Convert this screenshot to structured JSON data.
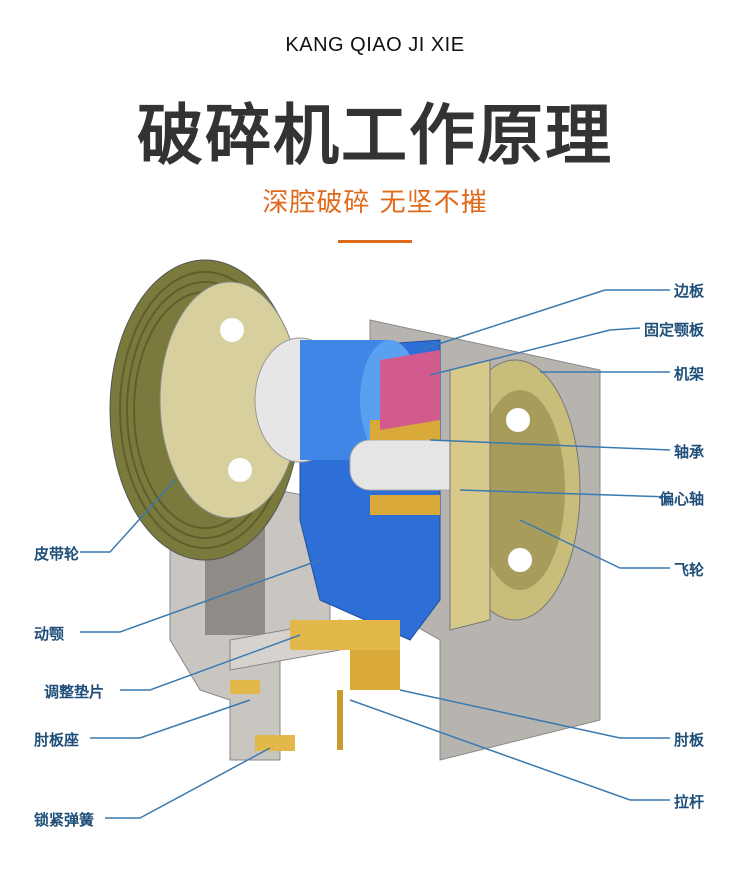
{
  "header": {
    "brand": "KANG QIAO JI XIE",
    "title": "破碎机工作原理",
    "subtitle": "深腔破碎 无坚不摧"
  },
  "labels_right": [
    "边板",
    "固定颚板",
    "机架",
    "轴承",
    "偏心轴",
    "飞轮",
    "肘板",
    "拉杆"
  ],
  "labels_left": [
    "皮带轮",
    "动颚",
    "调整垫片",
    "肘板座",
    "锁紧弹簧"
  ],
  "colors": {
    "accent": "#e06a1c",
    "label": "#1f4e79",
    "leader": "#3a7ab0"
  }
}
